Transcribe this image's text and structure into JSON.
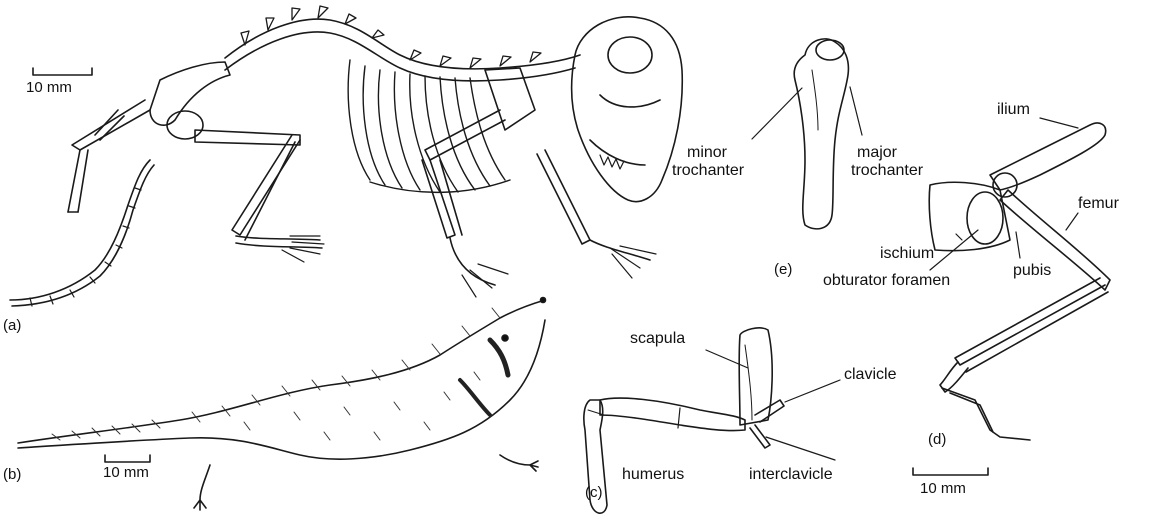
{
  "figure": {
    "panels": {
      "a": "(a)",
      "b": "(b)",
      "c": "(c)",
      "d": "(d)",
      "e": "(e)"
    },
    "scale_bars": {
      "a": "10 mm",
      "b": "10 mm",
      "d": "10 mm"
    },
    "labels": {
      "minor_trochanter": [
        "minor",
        "trochanter"
      ],
      "major_trochanter": [
        "major",
        "trochanter"
      ],
      "ilium": "ilium",
      "femur": "femur",
      "ischium": "ischium",
      "pubis": "pubis",
      "obturator_foramen": "obturator foramen",
      "scapula": "scapula",
      "clavicle": "clavicle",
      "humerus": "humerus",
      "interclavicle": "interclavicle"
    },
    "line_color": "#1a1a1a",
    "fill_color": "#ffffff"
  }
}
